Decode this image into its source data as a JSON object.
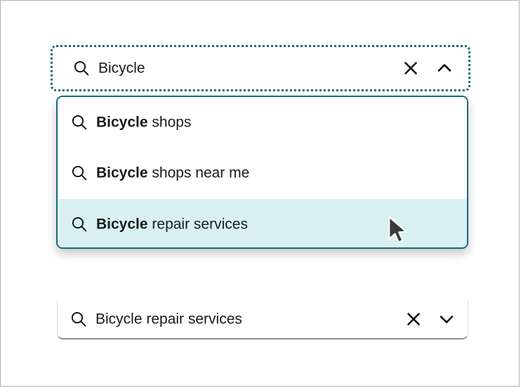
{
  "widget": {
    "name": "search-autocomplete-combobox",
    "colors": {
      "focus_ring": "#17697e",
      "listbox_border": "#17697e",
      "option_active_background": "#d9f0f2",
      "collapsed_underline": "#8a8f94",
      "text": "#1a1a1a",
      "page_border": "#b2b2b2"
    }
  },
  "expanded_combobox": {
    "state": "expanded",
    "focused": true,
    "search_icon": "search-icon",
    "value": "Bicycle",
    "placeholder": "Search",
    "clear_button": {
      "icon": "close-icon",
      "label": "Clear"
    },
    "toggle_button": {
      "icon": "chevron-up-icon",
      "label": "Collapse"
    }
  },
  "listbox": {
    "role": "listbox",
    "options": [
      {
        "icon": "search-icon",
        "match": "Bicycle",
        "rest": " shops",
        "full_text": "Bicycle shops",
        "active": false
      },
      {
        "icon": "search-icon",
        "match": "Bicycle",
        "rest": " shops near me",
        "full_text": "Bicycle shops near me",
        "active": false
      },
      {
        "icon": "search-icon",
        "match": "Bicycle",
        "rest": " repair services",
        "full_text": "Bicycle repair services",
        "active": true
      }
    ]
  },
  "pointer": {
    "icon": "mouse-arrow-cursor",
    "over_option_index": 2
  },
  "collapsed_combobox": {
    "state": "collapsed",
    "focused": false,
    "search_icon": "search-icon",
    "value": "Bicycle repair services",
    "placeholder": "Search",
    "clear_button": {
      "icon": "close-icon",
      "label": "Clear"
    },
    "toggle_button": {
      "icon": "chevron-down-icon",
      "label": "Expand"
    }
  }
}
